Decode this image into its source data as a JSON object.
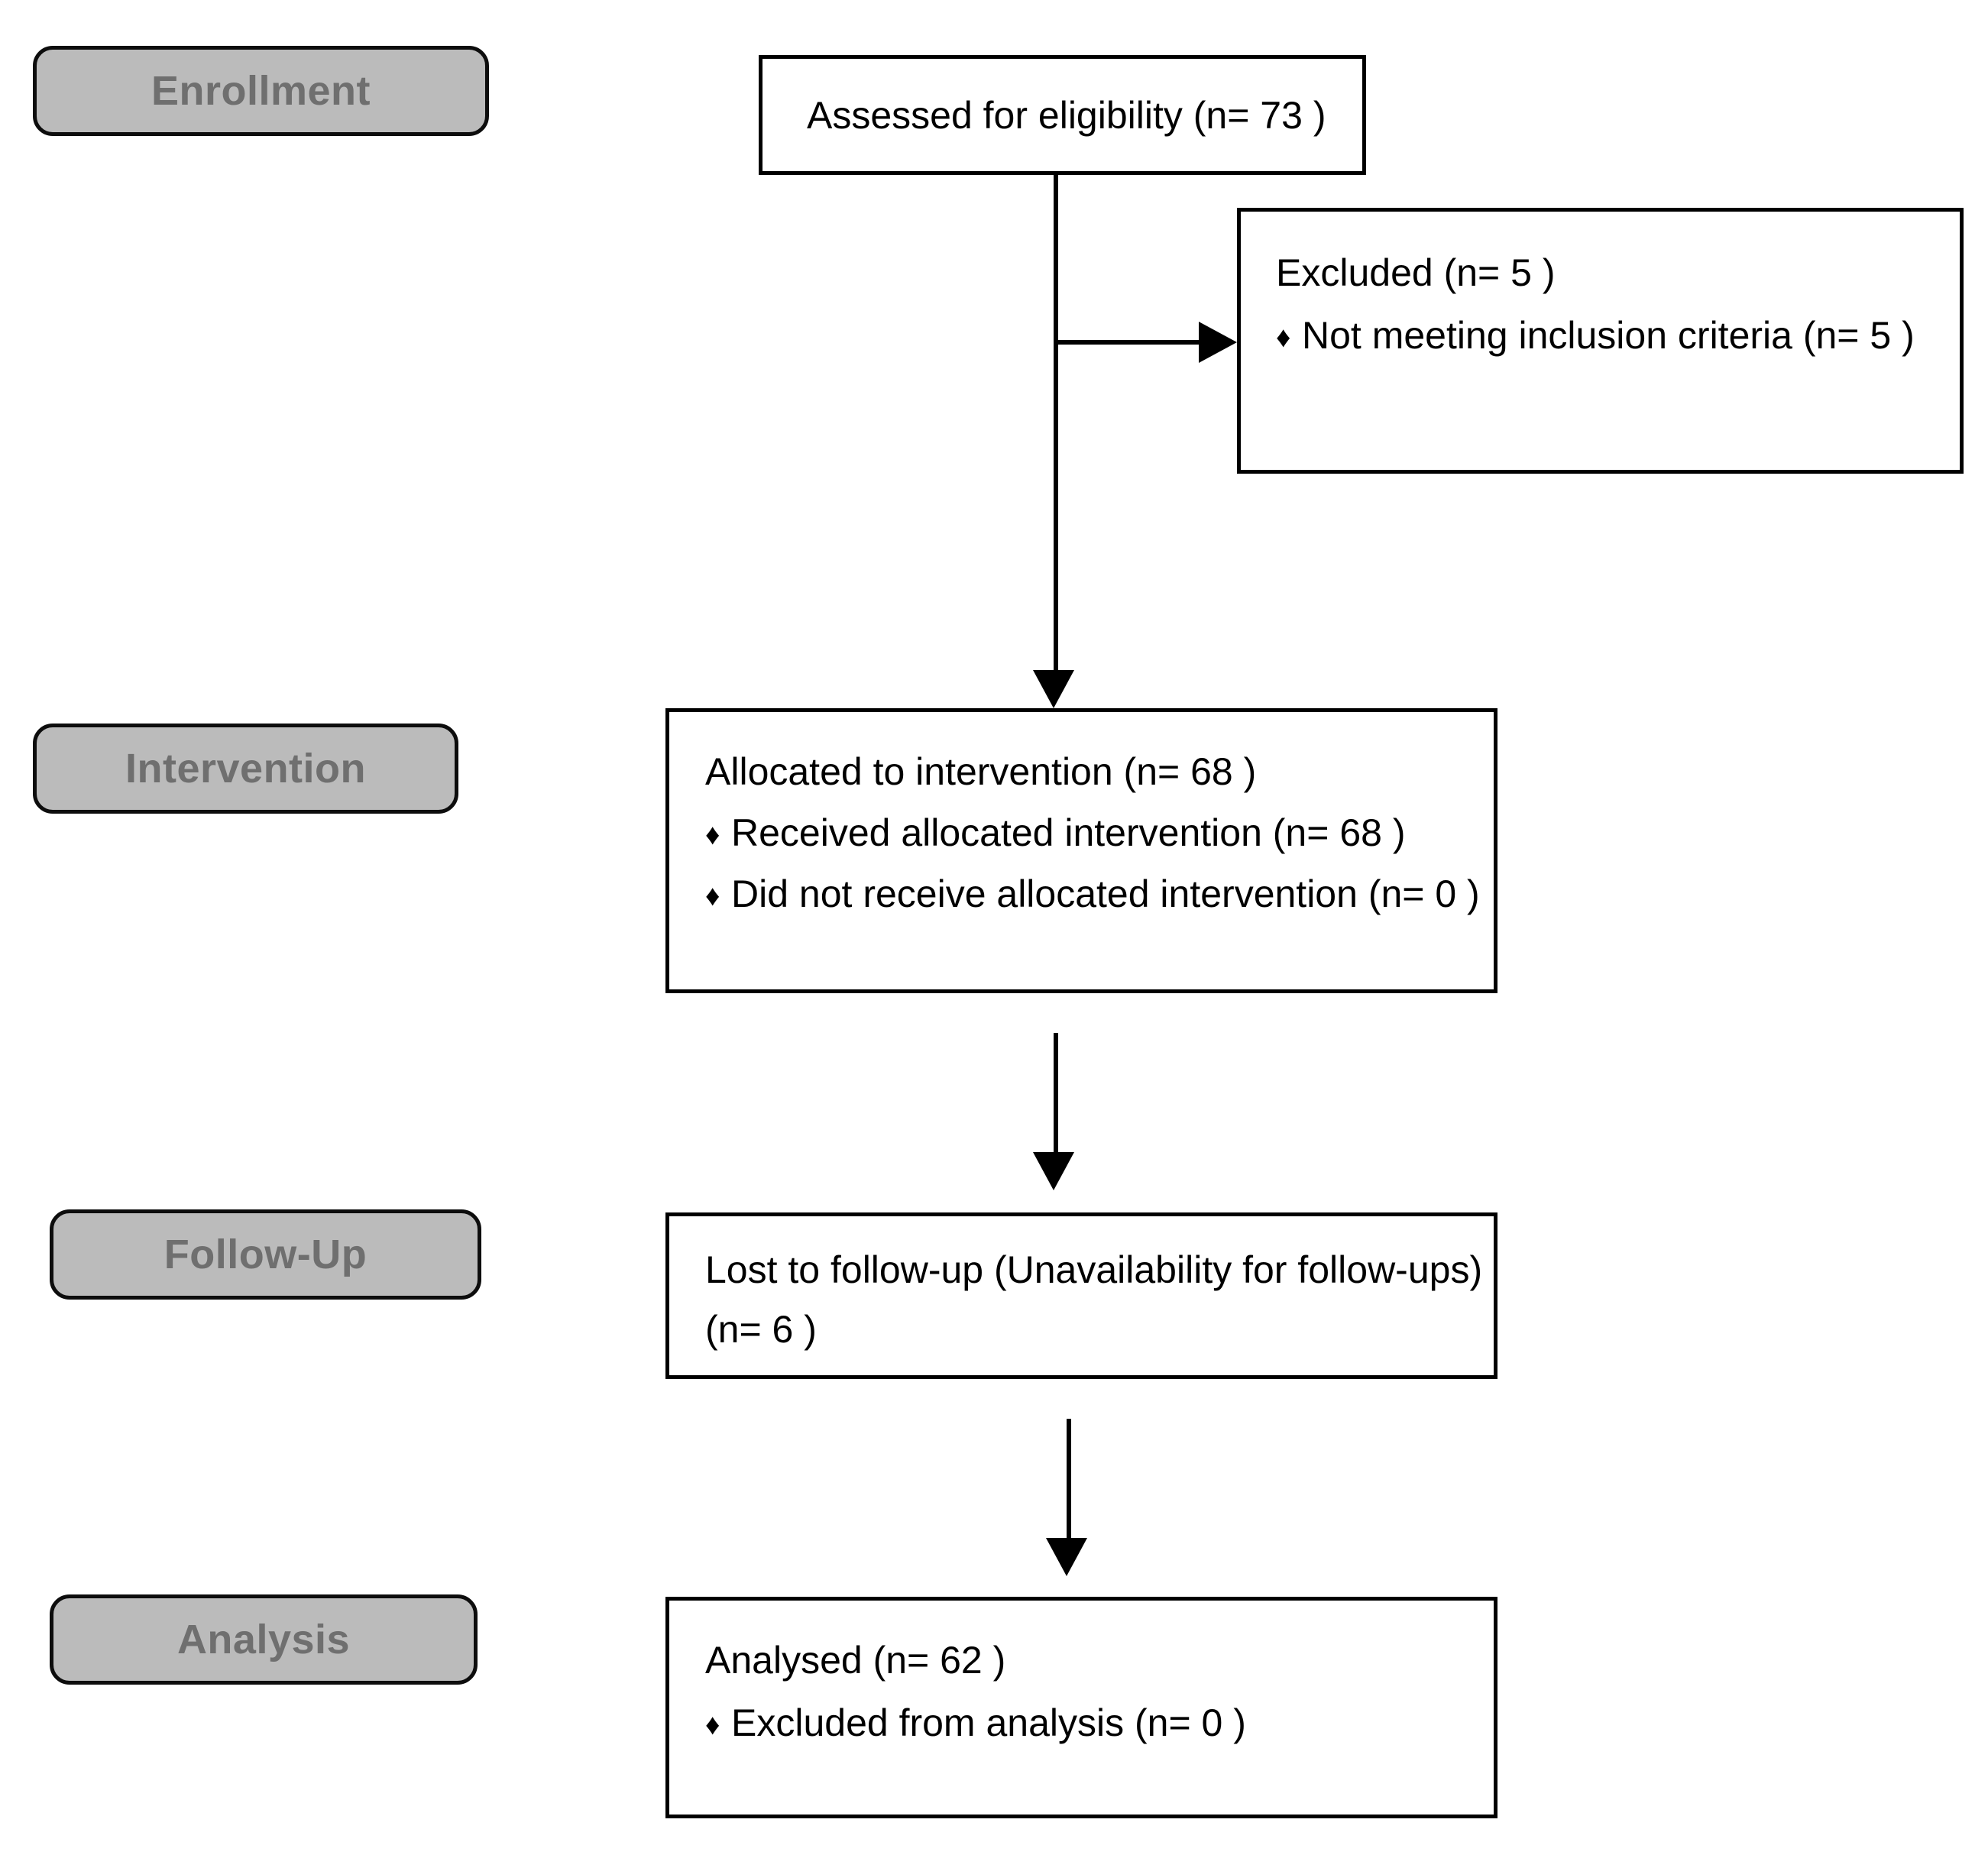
{
  "diagram": {
    "title": "CONSORT participant flow diagram",
    "colors": {
      "stage_label_fill": "#bbbbbb",
      "stage_label_text": "#6f6f6f",
      "box_border": "#000000",
      "box_fill": "#ffffff",
      "connector": "#000000"
    }
  },
  "stages": [
    {
      "id": "enrollment",
      "label": "Enrollment"
    },
    {
      "id": "intervention",
      "label": "Intervention"
    },
    {
      "id": "followup",
      "label": "Follow-Up"
    },
    {
      "id": "analysis",
      "label": "Analysis"
    }
  ],
  "boxes": {
    "eligibility": {
      "name": "assessed-for-eligibility-box",
      "line1": "Assessed for eligibility (n= 73 )"
    },
    "excluded": {
      "name": "excluded-box",
      "heading": "Excluded  (n= 5 )",
      "bullet1": "Not meeting inclusion criteria (n= 5 )",
      "bullet_glyph": "♦"
    },
    "allocation": {
      "name": "allocated-to-intervention-box",
      "heading": "Allocated to intervention (n= 68 )",
      "bullet1": "Received allocated intervention (n= 68 )",
      "bullet2": "Did not receive allocated intervention (n= 0 )",
      "bullet_glyph": "♦"
    },
    "followup": {
      "name": "lost-to-follow-up-box",
      "line1": "Lost to follow-up (Unavailability for follow-ups)",
      "line2": "(n= 6 )"
    },
    "analysed": {
      "name": "analysed-box",
      "heading": "Analysed  (n= 62 )",
      "bullet1": "Excluded from analysis (n= 0 )",
      "bullet_glyph": "♦"
    }
  },
  "chart_data": {
    "type": "diagram",
    "title": "CONSORT flow diagram",
    "nodes": [
      {
        "stage": "Enrollment",
        "label": "Assessed for eligibility",
        "n": 73
      },
      {
        "stage": "Enrollment",
        "label": "Excluded",
        "n": 5
      },
      {
        "stage": "Enrollment",
        "label": "Not meeting inclusion criteria",
        "n": 5
      },
      {
        "stage": "Intervention",
        "label": "Allocated to intervention",
        "n": 68
      },
      {
        "stage": "Intervention",
        "label": "Received allocated intervention",
        "n": 68
      },
      {
        "stage": "Intervention",
        "label": "Did not receive allocated intervention",
        "n": 0
      },
      {
        "stage": "Follow-Up",
        "label": "Lost to follow-up (Unavailability for follow-ups)",
        "n": 6
      },
      {
        "stage": "Analysis",
        "label": "Analysed",
        "n": 62
      },
      {
        "stage": "Analysis",
        "label": "Excluded from analysis",
        "n": 0
      }
    ],
    "edges": [
      {
        "from": "Assessed for eligibility",
        "to": "Excluded"
      },
      {
        "from": "Assessed for eligibility",
        "to": "Allocated to intervention"
      },
      {
        "from": "Allocated to intervention",
        "to": "Lost to follow-up"
      },
      {
        "from": "Lost to follow-up",
        "to": "Analysed"
      }
    ]
  }
}
